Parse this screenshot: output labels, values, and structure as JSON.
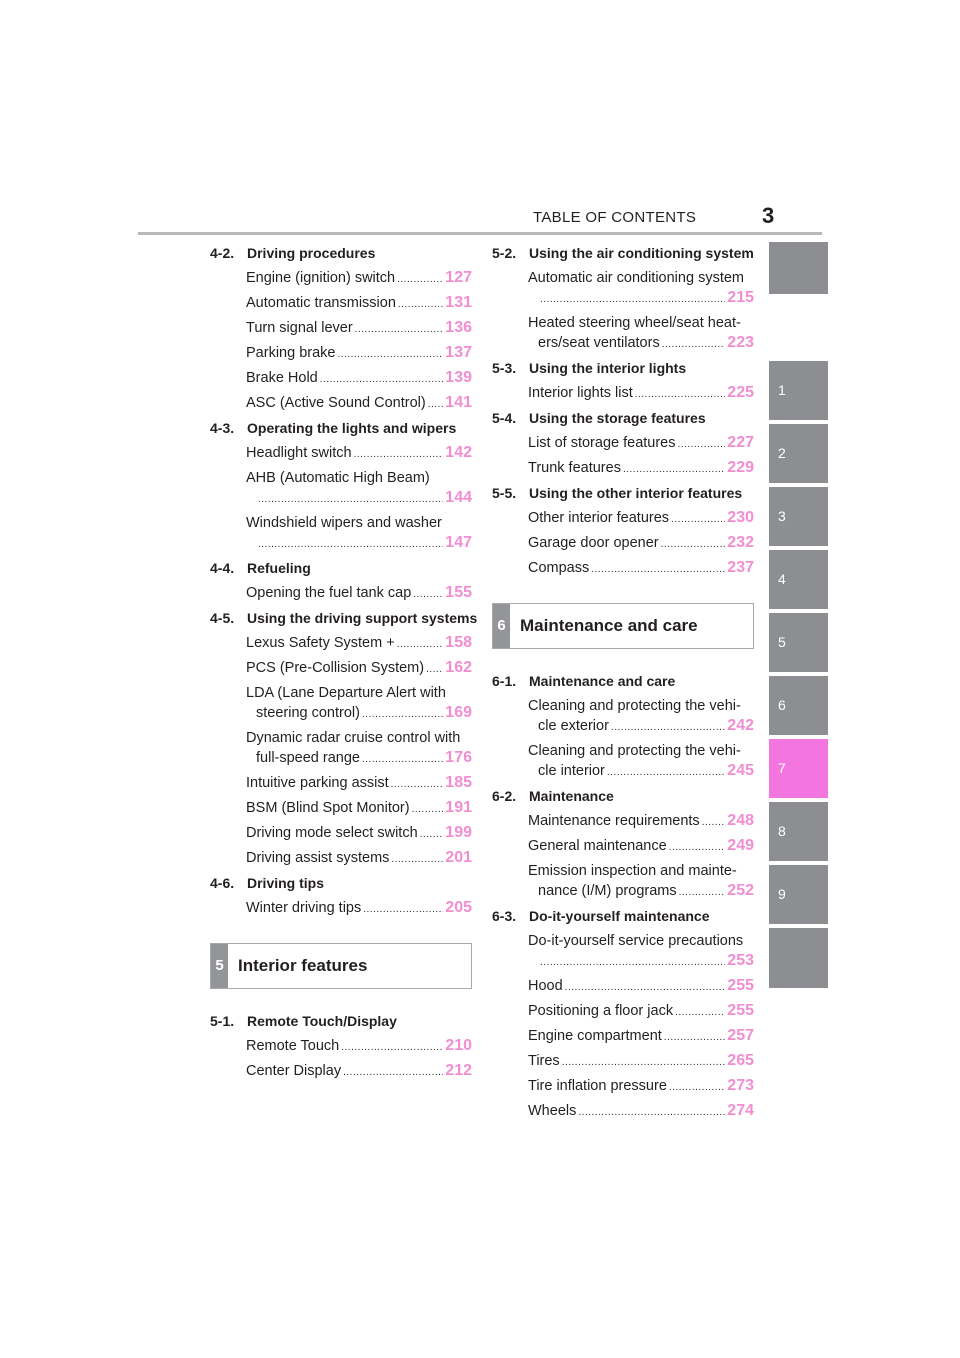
{
  "header": {
    "title": "TABLE OF CONTENTS",
    "page": "3"
  },
  "tabs": [
    "",
    "1",
    "2",
    "3",
    "4",
    "5",
    "6",
    "7",
    "8",
    "9",
    ""
  ],
  "left": {
    "sections": [
      {
        "num": "4-2.",
        "title": "Driving procedures",
        "entries": [
          {
            "lines": [
              "Engine (ignition) switch"
            ],
            "page": "127"
          },
          {
            "lines": [
              "Automatic transmission"
            ],
            "page": "131"
          },
          {
            "lines": [
              "Turn signal lever"
            ],
            "page": "136"
          },
          {
            "lines": [
              "Parking brake"
            ],
            "page": "137"
          },
          {
            "lines": [
              "Brake Hold"
            ],
            "page": "139"
          },
          {
            "lines": [
              "ASC (Active Sound Control)"
            ],
            "page": "141"
          }
        ]
      },
      {
        "num": "4-3.",
        "title": "Operating the lights and wipers",
        "entries": [
          {
            "lines": [
              "Headlight switch"
            ],
            "page": "142"
          },
          {
            "lines": [
              "AHB (Automatic High Beam)",
              ""
            ],
            "page": "144"
          },
          {
            "lines": [
              "Windshield wipers and washer",
              ""
            ],
            "page": "147"
          }
        ]
      },
      {
        "num": "4-4.",
        "title": "Refueling",
        "entries": [
          {
            "lines": [
              "Opening the fuel tank cap"
            ],
            "page": "155"
          }
        ]
      },
      {
        "num": "4-5.",
        "title": "Using the driving support systems",
        "entries": [
          {
            "lines": [
              "Lexus Safety System +"
            ],
            "page": "158"
          },
          {
            "lines": [
              "PCS (Pre-Collision System)"
            ],
            "page": "162"
          },
          {
            "lines": [
              "LDA (Lane Departure Alert with",
              "steering control)"
            ],
            "page": "169"
          },
          {
            "lines": [
              "Dynamic radar cruise control with",
              "full-speed range"
            ],
            "page": "176"
          },
          {
            "lines": [
              "Intuitive parking assist"
            ],
            "page": "185"
          },
          {
            "lines": [
              "BSM (Blind Spot Monitor)"
            ],
            "page": "191"
          },
          {
            "lines": [
              "Driving mode select switch"
            ],
            "page": "199"
          },
          {
            "lines": [
              "Driving assist systems"
            ],
            "page": "201"
          }
        ]
      },
      {
        "num": "4-6.",
        "title": "Driving tips",
        "entries": [
          {
            "lines": [
              "Winter driving tips"
            ],
            "page": "205"
          }
        ]
      }
    ],
    "box": {
      "num": "5",
      "title": "Interior features"
    },
    "after_box": [
      {
        "num": "5-1.",
        "title": "Remote Touch/Display",
        "entries": [
          {
            "lines": [
              "Remote Touch"
            ],
            "page": "210"
          },
          {
            "lines": [
              "Center Display"
            ],
            "page": "212"
          }
        ]
      }
    ]
  },
  "right": {
    "sections": [
      {
        "num": "5-2.",
        "title": "Using the air conditioning system",
        "entries": [
          {
            "lines": [
              "Automatic air conditioning system",
              ""
            ],
            "page": "215"
          },
          {
            "lines": [
              "Heated steering wheel/seat heat-",
              "ers/seat ventilators"
            ],
            "page": "223"
          }
        ]
      },
      {
        "num": "5-3.",
        "title": "Using the interior lights",
        "entries": [
          {
            "lines": [
              "Interior lights list"
            ],
            "page": "225"
          }
        ]
      },
      {
        "num": "5-4.",
        "title": "Using the storage features",
        "entries": [
          {
            "lines": [
              "List of storage features"
            ],
            "page": "227"
          },
          {
            "lines": [
              "Trunk features"
            ],
            "page": "229"
          }
        ]
      },
      {
        "num": "5-5.",
        "title": "Using the other interior features",
        "entries": [
          {
            "lines": [
              "Other interior features"
            ],
            "page": "230"
          },
          {
            "lines": [
              "Garage door opener"
            ],
            "page": "232"
          },
          {
            "lines": [
              "Compass"
            ],
            "page": "237"
          }
        ]
      }
    ],
    "box": {
      "num": "6",
      "title": "Maintenance and care"
    },
    "after_box": [
      {
        "num": "6-1.",
        "title": "Maintenance and care",
        "entries": [
          {
            "lines": [
              "Cleaning and protecting the vehi-",
              "cle exterior"
            ],
            "page": "242"
          },
          {
            "lines": [
              "Cleaning and protecting the vehi-",
              "cle interior"
            ],
            "page": "245"
          }
        ]
      },
      {
        "num": "6-2.",
        "title": "Maintenance",
        "entries": [
          {
            "lines": [
              "Maintenance requirements"
            ],
            "page": "248"
          },
          {
            "lines": [
              "General maintenance"
            ],
            "page": "249"
          },
          {
            "lines": [
              "Emission inspection and mainte-",
              "nance (I/M) programs"
            ],
            "page": "252"
          }
        ]
      },
      {
        "num": "6-3.",
        "title": "Do-it-yourself maintenance",
        "entries": [
          {
            "lines": [
              "Do-it-yourself service precautions",
              ""
            ],
            "page": "253"
          },
          {
            "lines": [
              "Hood"
            ],
            "page": "255"
          },
          {
            "lines": [
              "Positioning a floor jack"
            ],
            "page": "255"
          },
          {
            "lines": [
              "Engine compartment"
            ],
            "page": "257"
          },
          {
            "lines": [
              "Tires"
            ],
            "page": "265"
          },
          {
            "lines": [
              "Tire inflation pressure"
            ],
            "page": "273"
          },
          {
            "lines": [
              "Wheels"
            ],
            "page": "274"
          }
        ]
      }
    ]
  }
}
